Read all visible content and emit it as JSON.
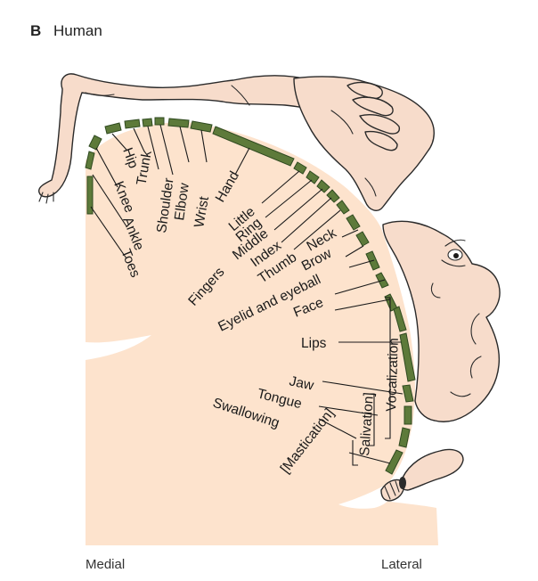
{
  "panel": {
    "letter": "B",
    "title": "Human"
  },
  "axis": {
    "left": "Medial",
    "right": "Lateral"
  },
  "labels": {
    "toes": "Toes",
    "ankle": "Ankle",
    "knee": "Knee",
    "hip": "Hip",
    "trunk": "Trunk",
    "shoulder": "Shoulder",
    "elbow": "Elbow",
    "wrist": "Wrist",
    "hand": "Hand",
    "little": "Little",
    "ring": "Ring",
    "middle": "Middle",
    "index": "Index",
    "thumb": "Thumb",
    "fingers": "Fingers",
    "neck": "Neck",
    "brow": "Brow",
    "eyelid": "Eyelid and eyeball",
    "face": "Face",
    "lips": "Lips",
    "vocalization": "Vocalization",
    "jaw": "Jaw",
    "tongue": "Tongue",
    "swallowing": "Swallowing",
    "salivation": "Salivation]",
    "mastication": "[Mastication]"
  },
  "colors": {
    "cortex": "#fde3cd",
    "segment": "#5d7a3a",
    "skin": "#f7dccb",
    "ink": "#1a1a1a"
  }
}
